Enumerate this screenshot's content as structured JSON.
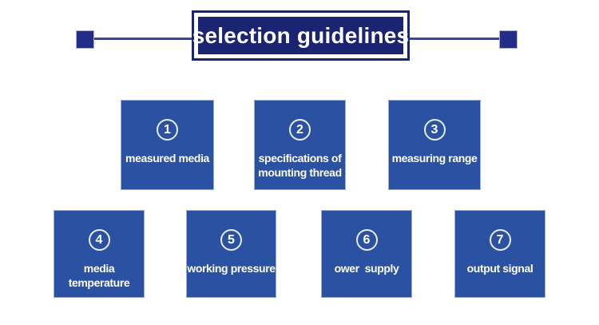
{
  "title": {
    "text": "selection guidelines"
  },
  "colors": {
    "banner_navy": "#1b2470",
    "box_blue": "#2b52a2",
    "connector_line": "#3a449c",
    "end_square": "#232c86",
    "text_white": "#ffffff"
  },
  "boxes": [
    {
      "number": "1",
      "label": "measured media"
    },
    {
      "number": "2",
      "label": "specifications of\nmounting thread"
    },
    {
      "number": "3",
      "label": "measuring range"
    },
    {
      "number": "4",
      "label": "media temperature"
    },
    {
      "number": "5",
      "label": "working pressure"
    },
    {
      "number": "6",
      "label": "ower  supply"
    },
    {
      "number": "7",
      "label": "output signal"
    }
  ]
}
